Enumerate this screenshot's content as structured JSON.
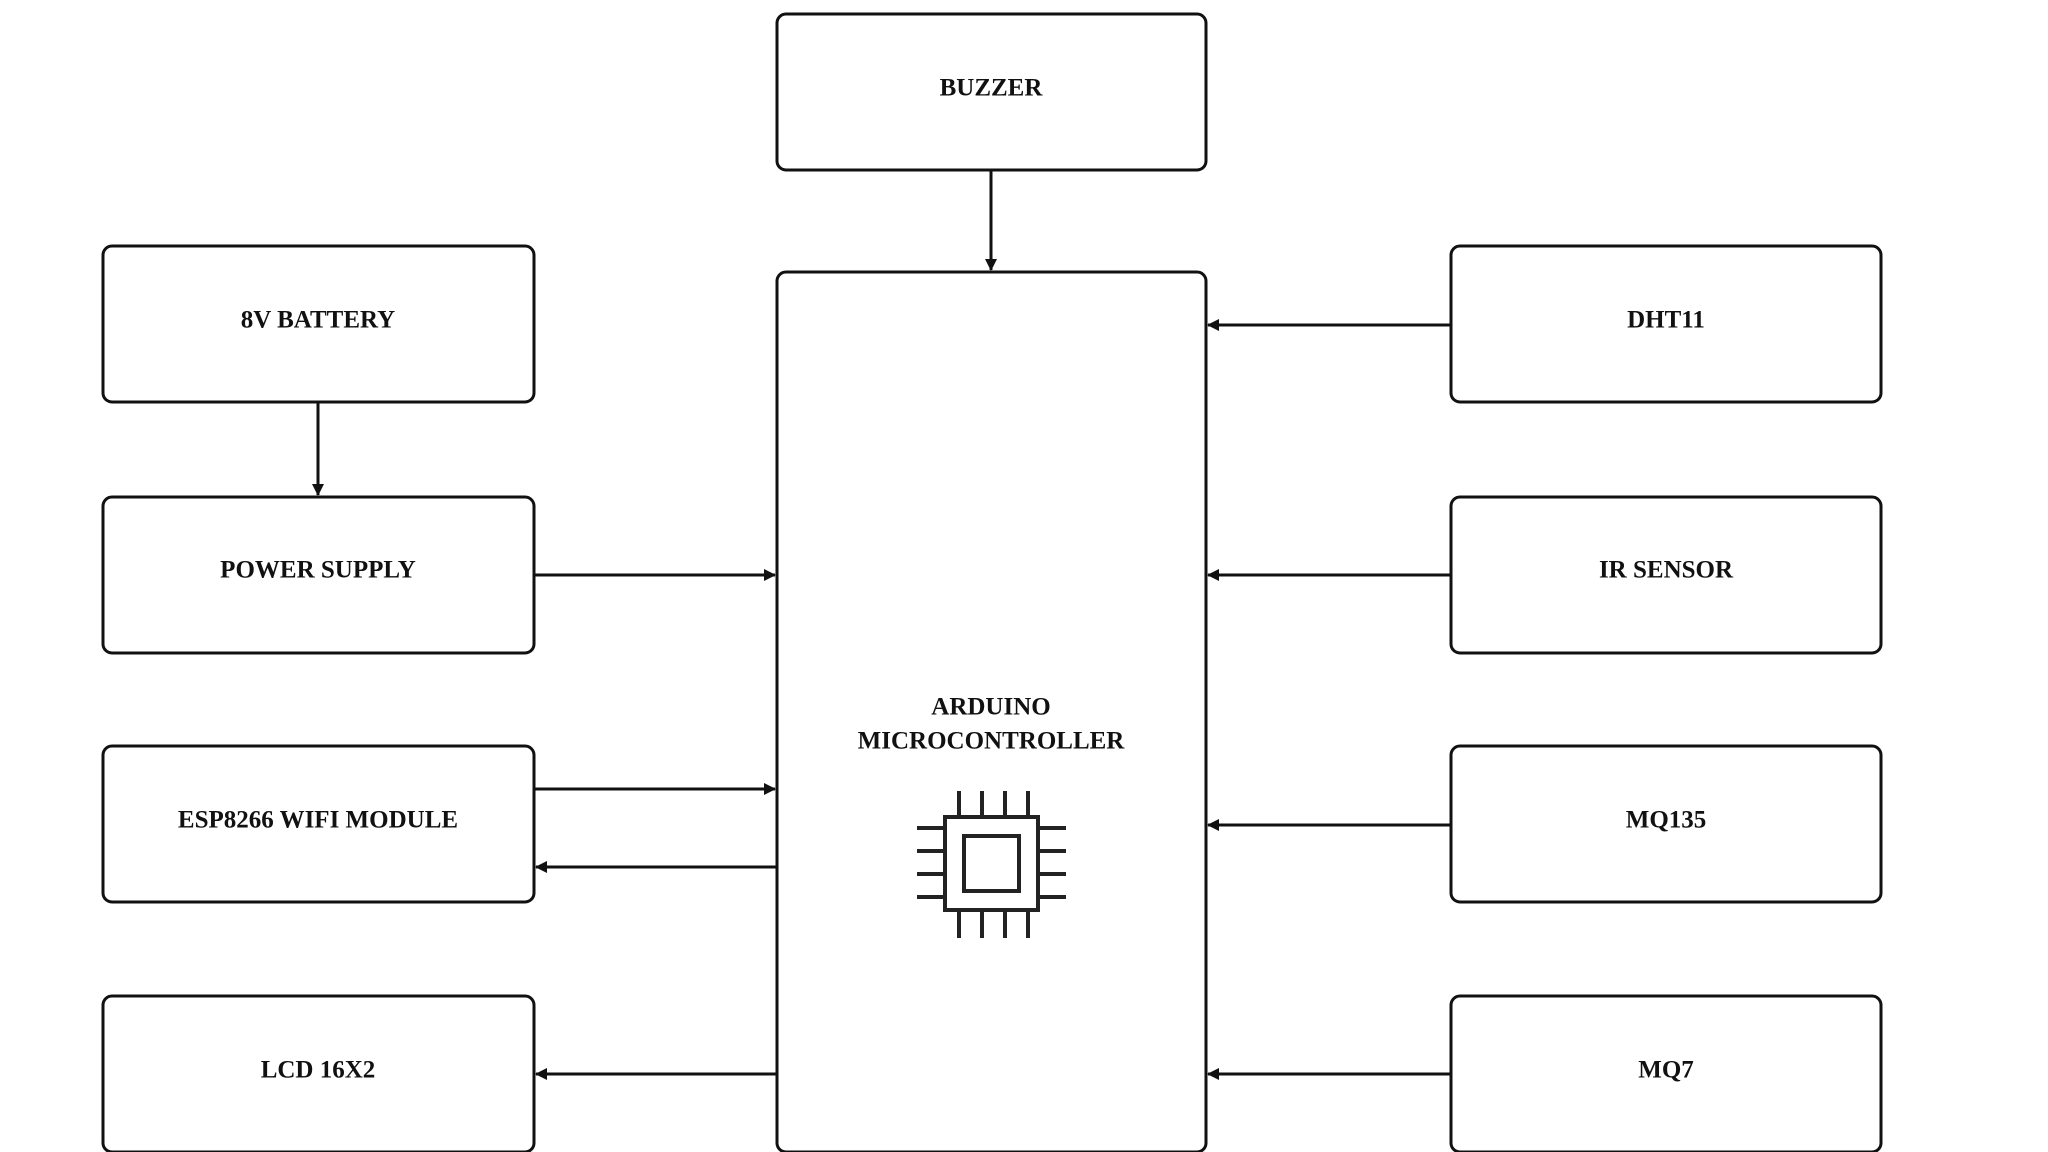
{
  "blocks": {
    "buzzer": "BUZZER",
    "battery": "8V BATTERY",
    "power_supply": "POWER SUPPLY",
    "wifi": "ESP8266 WIFI MODULE",
    "lcd": "LCD 16X2",
    "dht11": "DHT11",
    "ir_sensor": "IR SENSOR",
    "mq135": "MQ135",
    "mq7": "MQ7",
    "controller": {
      "line1": "ARDUINO",
      "line2": "MICROCONTROLLER"
    }
  },
  "icons": {
    "controller": "microchip-icon"
  },
  "colors": {
    "stroke": "#111111",
    "background": "#ffffff"
  }
}
